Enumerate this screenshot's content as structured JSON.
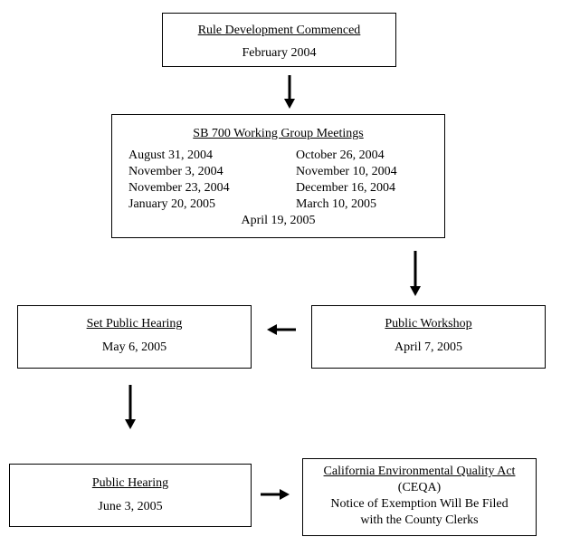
{
  "rule_development": {
    "title": "Rule Development Commenced",
    "date": "February 2004"
  },
  "working_group": {
    "title": "SB 700 Working Group Meetings",
    "dates_left": [
      "August 31, 2004",
      "November 3, 2004",
      "November 23, 2004",
      "January 20, 2005"
    ],
    "dates_right": [
      "October 26, 2004",
      "November 10, 2004",
      "December 16, 2004",
      "March 10, 2005"
    ],
    "final_date": "April 19, 2005"
  },
  "public_workshop": {
    "title": "Public Workshop",
    "date": "April 7, 2005"
  },
  "set_public_hearing": {
    "title": "Set Public Hearing",
    "date": "May 6, 2005"
  },
  "public_hearing": {
    "title": "Public Hearing",
    "date": "June 3, 2005"
  },
  "ceqa": {
    "title": "California Environmental Quality Act",
    "line1": "(CEQA)",
    "line2": "Notice of Exemption Will Be Filed",
    "line3": "with the County Clerks"
  }
}
